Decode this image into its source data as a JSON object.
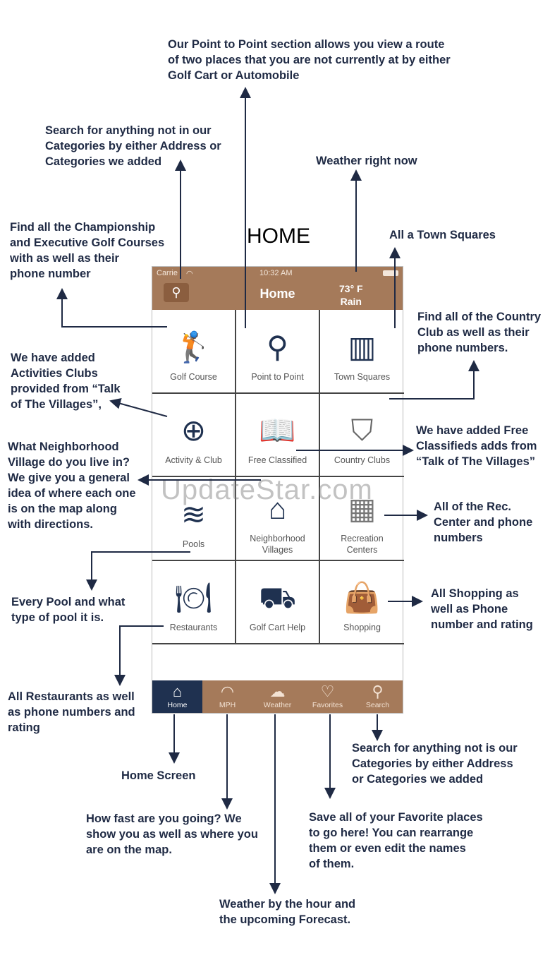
{
  "title": "HOME",
  "watermark": "UpdateStar.com",
  "status": {
    "carrier": "Carrie",
    "time": "10:32 AM"
  },
  "nav": {
    "title": "Home",
    "temp": "73° F",
    "condition": "Rain"
  },
  "grid": [
    {
      "label": "Golf Course",
      "icon": "golfer-icon"
    },
    {
      "label": "Point to Point",
      "icon": "route-pin-icon"
    },
    {
      "label": "Town Squares",
      "icon": "building-icon"
    },
    {
      "label": "Activity & Club",
      "icon": "disco-ball-icon"
    },
    {
      "label": "Free Classified",
      "icon": "open-book-icon"
    },
    {
      "label": "Country Clubs",
      "icon": "pillar-icon"
    },
    {
      "label": "Pools",
      "icon": "pool-icon"
    },
    {
      "label": "Neighborhood\nVillages",
      "icon": "houses-icon"
    },
    {
      "label": "Recreation\nCenters",
      "icon": "rec-center-icon"
    },
    {
      "label": "Restaurants",
      "icon": "plate-cutlery-icon"
    },
    {
      "label": "Golf Cart Help",
      "icon": "golf-cart-icon"
    },
    {
      "label": "Shopping",
      "icon": "shopping-bag-icon"
    }
  ],
  "tabs": [
    {
      "label": "Home",
      "icon": "house-icon"
    },
    {
      "label": "MPH",
      "icon": "speedometer-icon"
    },
    {
      "label": "Weather",
      "icon": "cloud-sun-icon"
    },
    {
      "label": "Favorites",
      "icon": "heart-icon"
    },
    {
      "label": "Search",
      "icon": "search-icon"
    }
  ],
  "notes": {
    "p2p": "Our Point to Point section allows you view a route\nof two places that you are not currently at by either\nGolf Cart or Automobile",
    "search_top": "Search for anything not in our\nCategories by either Address or\nCategories we added",
    "weather_now": "Weather right now",
    "golf": "Find all the Championship\nand Executive Golf Courses\nwith as well as their\nphone number",
    "town": "All a Town Squares",
    "country": "Find all of the Country\nClub as well as their\nphone numbers.",
    "activities": "We have added\nActivities Clubs\nprovided from “Talk\nof The Villages”,",
    "classified": "We have added Free\nClassifieds adds from\n“Talk of The Villages”",
    "neighborhood": "What Neighborhood\nVillage do you live in?\nWe give you a general\nidea of where each one\nis on the map along\nwith directions.",
    "rec": "All of the Rec.\nCenter and phone\nnumbers",
    "pool": "Every Pool and what\ntype of pool it is.",
    "shopping": "All Shopping as\nwell as Phone\nnumber and rating",
    "restaurants": "All Restaurants as well\nas phone numbers and\nrating",
    "home": "Home Screen",
    "mph": "How fast are you going? We\nshow you as well as where you\nare on the map.",
    "search_bottom": "Search for anything not is our\nCategories by either Address\nor Categories we added",
    "favorites": "Save all of your Favorite places\nto go here! You can  rearrange\nthem or even edit the names\nof them.",
    "weather_forecast": "Weather by the hour and\nthe upcoming Forecast."
  }
}
